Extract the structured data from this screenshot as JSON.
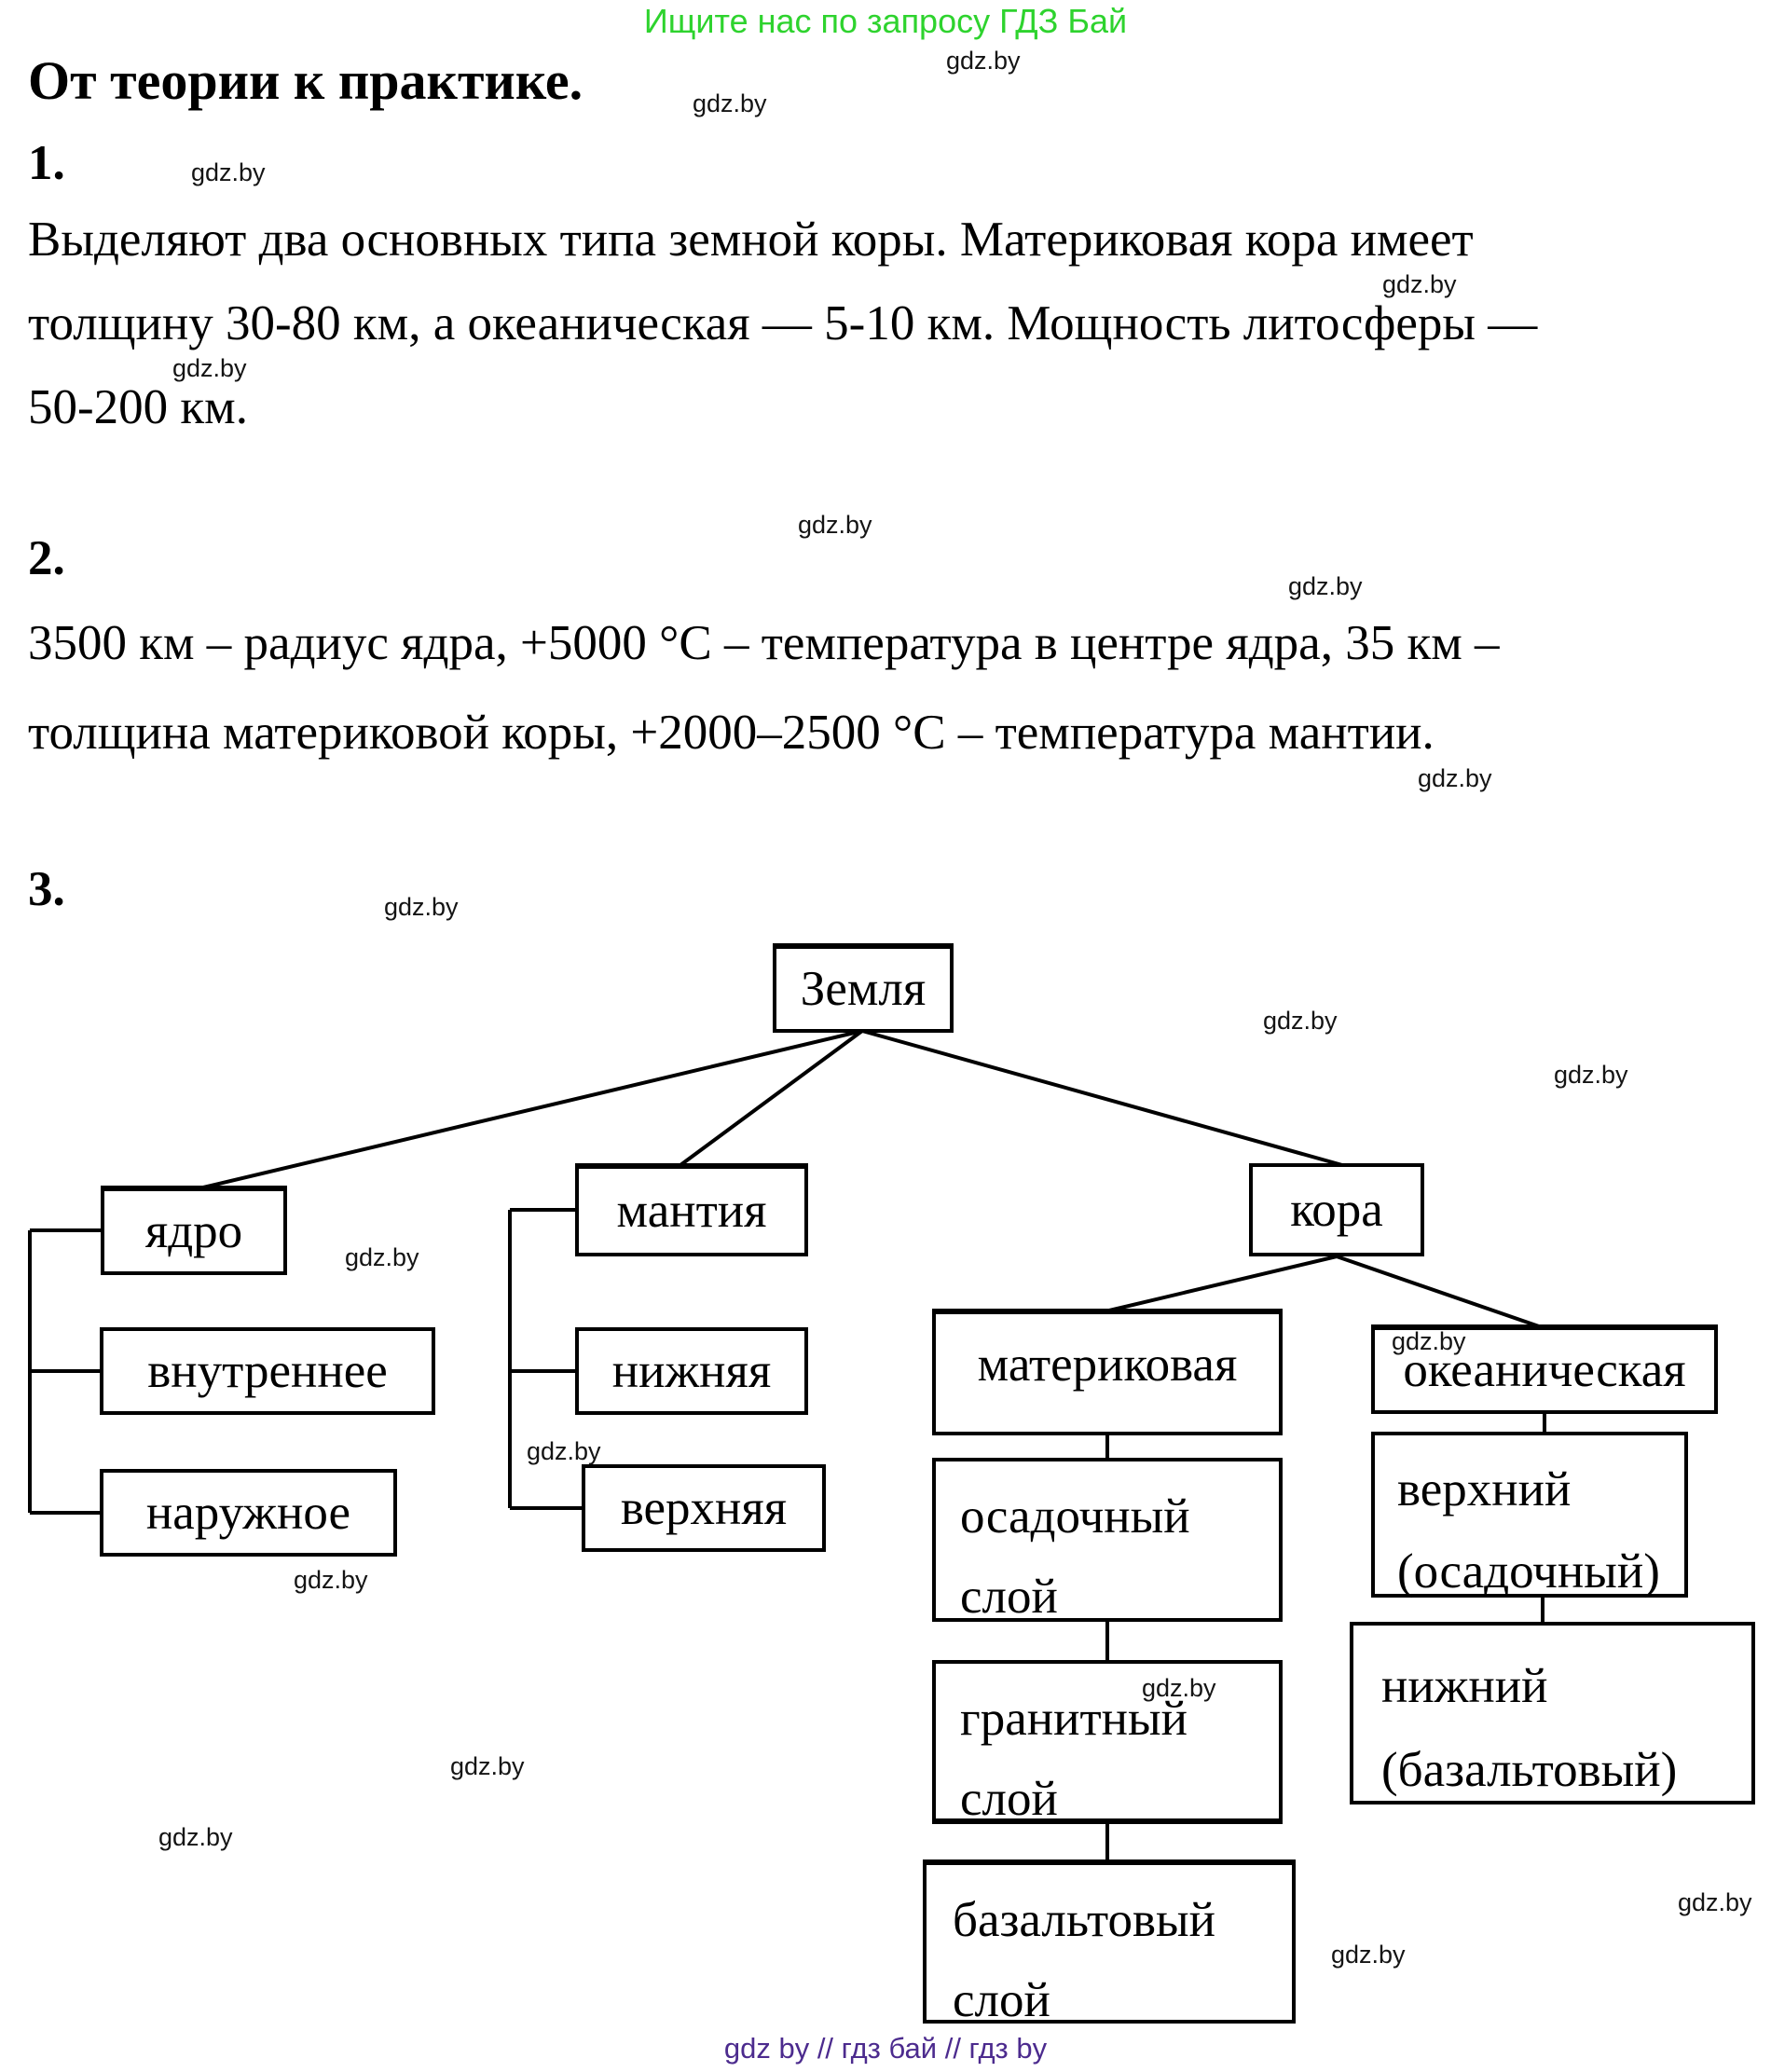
{
  "header": {
    "promo": "Ищите нас по запросу ГДЗ Бай",
    "promo_color": "#2ed32e"
  },
  "title": "От теории к практике.",
  "sections": [
    {
      "number": "1.",
      "lines": [
        "Выделяют два основных типа земной коры. Материковая кора имеет",
        "толщину 30-80 км, а океаническая — 5-10 км. Мощность литосферы —",
        "50-200 км."
      ]
    },
    {
      "number": "2.",
      "lines": [
        "3500 км – радиус ядра, +5000 °С – температура в центре ядра, 35 км –",
        "толщина материковой коры, +2000–2500 °С – температура мантии."
      ]
    },
    {
      "number": "3.",
      "lines": []
    }
  ],
  "diagram": {
    "root": "Земля",
    "branches": [
      {
        "label": "ядро",
        "children": [
          "внутреннее",
          "наружное"
        ]
      },
      {
        "label": "мантия",
        "children": [
          "нижняя",
          "верхняя"
        ]
      },
      {
        "label": "кора",
        "children": [
          {
            "label": "материковая",
            "children": [
              "осадочный слой",
              "гранитный слой",
              "базальтовый слой"
            ]
          },
          {
            "label": "океаническая",
            "children": [
              "верхний (осадочный)",
              "нижний (базальтовый)"
            ]
          }
        ]
      }
    ]
  },
  "watermark": {
    "text": "gdz.by",
    "color": "#141414"
  },
  "footer": {
    "text": "gdz by // гдз бай // гдз by",
    "color": "#4c2b8e"
  }
}
